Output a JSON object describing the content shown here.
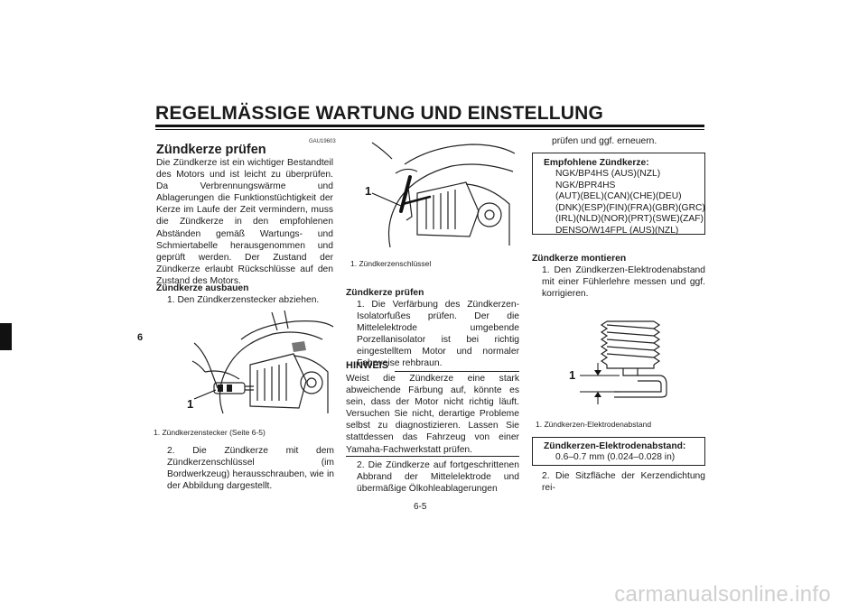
{
  "header": {
    "title": "REGELMÄSSIGE WARTUNG UND EINSTELLUNG"
  },
  "side_tab": {
    "chapter": "6"
  },
  "code": "GAU19603",
  "left": {
    "heading": "Zündkerze prüfen",
    "intro": "Die Zündkerze ist ein wichtiger Bestandteil des Motors und ist leicht zu überprüfen. Da Verbrennungswärme und Ablagerungen die Funktionstüchtigkeit der Kerze im Laufe der Zeit vermindern, muss die Zündkerze in den empfohlenen Abständen gemäß Wartungs- und Schmiertabelle herausgenommen und geprüft werden. Der Zustand der Zündkerze erlaubt Rückschlüsse auf den Zustand des Motors.",
    "sub_heading": "Zündkerze ausbauen",
    "step1": "1. Den Zündkerzenstecker abziehen.",
    "fig_callout": "1",
    "fig_caption": "1. Zündkerzenstecker (Seite 6-5)",
    "step2": "2. Die Zündkerze mit dem Zündkerzenschlüssel (im Bordwerkzeug) herausschrauben, wie in der Abbildung dargestellt."
  },
  "middle": {
    "fig_callout": "1",
    "fig_caption": "1. Zündkerzenschlüssel",
    "sub_heading": "Zündkerze prüfen",
    "step1": "1. Die Verfärbung des Zündkerzen-Isolatorfußes prüfen. Der die Mittelelektrode umgebende Porzellanisolator ist bei richtig eingestelltem Motor und normaler Fahrweise rehbraun.",
    "note_label": "HINWEIS",
    "note_text": "Weist die Zündkerze eine stark abweichende Färbung auf, könnte es sein, dass der Motor nicht richtig läuft. Versuchen Sie nicht, derartige Probleme selbst zu diagnostizieren. Lassen Sie stattdessen das Fahrzeug von einer Yamaha-Fachwerkstatt prüfen.",
    "step2": "2. Die Zündkerze auf fortgeschrittenen Abbrand der Mittelelektrode und übermäßige Ölkohleablagerungen"
  },
  "right": {
    "cont": "prüfen und ggf. erneuern.",
    "spark_box": {
      "title": "Empfohlene Zündkerze:",
      "lines": [
        "NGK/BP4HS (AUS)(NZL)",
        "NGK/BPR4HS",
        "(AUT)(BEL)(CAN)(CHE)(DEU)",
        "(DNK)(ESP)(FIN)(FRA)(GBR)(GRC)",
        "(IRL)(NLD)(NOR)(PRT)(SWE)(ZAF)",
        "DENSO/W14FPL (AUS)(NZL)"
      ]
    },
    "sub_heading": "Zündkerze montieren",
    "step1": "1. Den Zündkerzen-Elektrodenabstand mit einer Fühlerlehre messen und ggf. korrigieren.",
    "fig_callout": "1",
    "fig_caption": "1. Zündkerzen-Elektrodenabstand",
    "gap_box": {
      "title": "Zündkerzen-Elektrodenabstand:",
      "value": "0.6–0.7 mm (0.024–0.028 in)"
    },
    "step2": "2. Die Sitzfläche der Kerzendichtung rei-"
  },
  "footer": {
    "page_number": "6-5",
    "watermark": "carmanualsonline.info"
  }
}
